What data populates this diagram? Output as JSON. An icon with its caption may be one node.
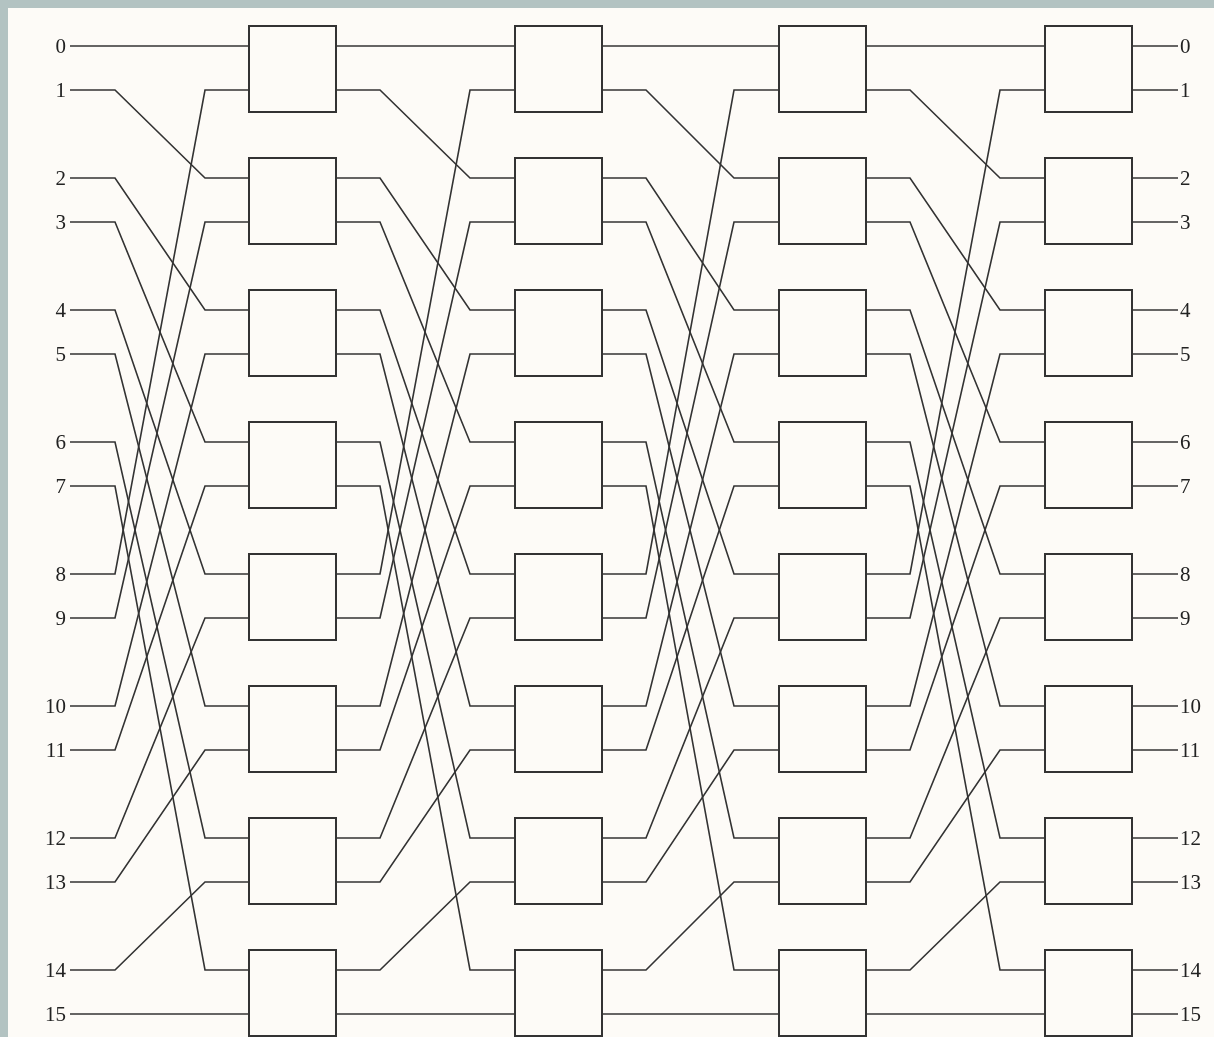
{
  "diagram": {
    "nodes": [
      {
        "text": [
          "0"
        ]
      },
      {
        "text": [
          "1"
        ]
      },
      {
        "text": [
          "2"
        ]
      },
      {
        "text": [
          "3"
        ]
      },
      {
        "text": [
          "4"
        ]
      },
      {
        "text": [
          "5"
        ]
      },
      {
        "text": [
          "6"
        ]
      },
      {
        "text": [
          "7"
        ]
      },
      {
        "text": [
          "8"
        ]
      },
      {
        "text": [
          "9"
        ]
      },
      {
        "text": [
          "10"
        ]
      },
      {
        "text": [
          "11"
        ]
      },
      {
        "text": [
          "12"
        ]
      },
      {
        "text": [
          "13"
        ]
      },
      {
        "text": [
          "14"
        ]
      },
      {
        "text": [
          "15"
        ]
      },
      {
        "text": [],
        "shape": "box"
      },
      {
        "text": [],
        "shape": "box"
      },
      {
        "text": [],
        "shape": "box"
      },
      {
        "text": [],
        "shape": "box"
      },
      {
        "text": [],
        "shape": "box"
      },
      {
        "text": [],
        "shape": "box"
      },
      {
        "text": [],
        "shape": "box"
      },
      {
        "text": [],
        "shape": "box"
      },
      {
        "text": [],
        "shape": "box"
      },
      {
        "text": [],
        "shape": "box"
      },
      {
        "text": [],
        "shape": "box"
      },
      {
        "text": [],
        "shape": "box"
      },
      {
        "text": [],
        "shape": "box"
      },
      {
        "text": [],
        "shape": "box"
      },
      {
        "text": [],
        "shape": "box"
      },
      {
        "text": [],
        "shape": "box"
      },
      {
        "text": [],
        "shape": "box"
      },
      {
        "text": [],
        "shape": "box"
      },
      {
        "text": [],
        "shape": "box"
      },
      {
        "text": [],
        "shape": "box"
      },
      {
        "text": [],
        "shape": "box"
      },
      {
        "text": [],
        "shape": "box"
      },
      {
        "text": [],
        "shape": "box"
      },
      {
        "text": [],
        "shape": "box"
      },
      {
        "text": [],
        "shape": "box"
      },
      {
        "text": [],
        "shape": "box"
      },
      {
        "text": [],
        "shape": "box"
      },
      {
        "text": [],
        "shape": "box"
      },
      {
        "text": [],
        "shape": "box"
      },
      {
        "text": [],
        "shape": "box"
      },
      {
        "text": [],
        "shape": "box"
      },
      {
        "text": [],
        "shape": "box"
      },
      {
        "text": [
          "0"
        ]
      },
      {
        "text": [
          "1"
        ]
      },
      {
        "text": [
          "2"
        ]
      },
      {
        "text": [
          "3"
        ]
      },
      {
        "text": [
          "4"
        ]
      },
      {
        "text": [
          "5"
        ]
      },
      {
        "text": [
          "6"
        ]
      },
      {
        "text": [
          "7"
        ]
      },
      {
        "text": [
          "8"
        ]
      },
      {
        "text": [
          "9"
        ]
      },
      {
        "text": [
          "10"
        ]
      },
      {
        "text": [
          "11"
        ]
      },
      {
        "text": [
          "12"
        ]
      },
      {
        "text": [
          "13"
        ]
      },
      {
        "text": [
          "14"
        ]
      },
      {
        "text": [
          "15"
        ]
      }
    ],
    "edges": [
      {
        "from": 0,
        "to": 16,
        "arrow": "none"
      },
      {
        "from": 1,
        "to": 17,
        "arrow": "none"
      },
      {
        "from": 2,
        "to": 18,
        "arrow": "none"
      },
      {
        "from": 3,
        "to": 19,
        "arrow": "none"
      },
      {
        "from": 4,
        "to": 20,
        "arrow": "none"
      },
      {
        "from": 5,
        "to": 21,
        "arrow": "none"
      },
      {
        "from": 6,
        "to": 22,
        "arrow": "none"
      },
      {
        "from": 7,
        "to": 23,
        "arrow": "none"
      },
      {
        "from": 8,
        "to": 16,
        "arrow": "none"
      },
      {
        "from": 9,
        "to": 17,
        "arrow": "none"
      },
      {
        "from": 10,
        "to": 18,
        "arrow": "none"
      },
      {
        "from": 11,
        "to": 19,
        "arrow": "none"
      },
      {
        "from": 12,
        "to": 20,
        "arrow": "none"
      },
      {
        "from": 13,
        "to": 21,
        "arrow": "none"
      },
      {
        "from": 14,
        "to": 22,
        "arrow": "none"
      },
      {
        "from": 15,
        "to": 23,
        "arrow": "none"
      },
      {
        "from": 16,
        "to": 24,
        "arrow": "none"
      },
      {
        "from": 16,
        "to": 25,
        "arrow": "none"
      },
      {
        "from": 17,
        "to": 26,
        "arrow": "none"
      },
      {
        "from": 17,
        "to": 27,
        "arrow": "none"
      },
      {
        "from": 18,
        "to": 28,
        "arrow": "none"
      },
      {
        "from": 18,
        "to": 29,
        "arrow": "none"
      },
      {
        "from": 19,
        "to": 30,
        "arrow": "none"
      },
      {
        "from": 19,
        "to": 31,
        "arrow": "none"
      },
      {
        "from": 20,
        "to": 24,
        "arrow": "none"
      },
      {
        "from": 20,
        "to": 25,
        "arrow": "none"
      },
      {
        "from": 21,
        "to": 26,
        "arrow": "none"
      },
      {
        "from": 21,
        "to": 27,
        "arrow": "none"
      },
      {
        "from": 22,
        "to": 28,
        "arrow": "none"
      },
      {
        "from": 22,
        "to": 29,
        "arrow": "none"
      },
      {
        "from": 23,
        "to": 30,
        "arrow": "none"
      },
      {
        "from": 23,
        "to": 31,
        "arrow": "none"
      },
      {
        "from": 24,
        "to": 32,
        "arrow": "none"
      },
      {
        "from": 24,
        "to": 33,
        "arrow": "none"
      },
      {
        "from": 25,
        "to": 34,
        "arrow": "none"
      },
      {
        "from": 25,
        "to": 35,
        "arrow": "none"
      },
      {
        "from": 26,
        "to": 36,
        "arrow": "none"
      },
      {
        "from": 26,
        "to": 37,
        "arrow": "none"
      },
      {
        "from": 27,
        "to": 38,
        "arrow": "none"
      },
      {
        "from": 27,
        "to": 39,
        "arrow": "none"
      },
      {
        "from": 28,
        "to": 32,
        "arrow": "none"
      },
      {
        "from": 28,
        "to": 33,
        "arrow": "none"
      },
      {
        "from": 29,
        "to": 34,
        "arrow": "none"
      },
      {
        "from": 29,
        "to": 35,
        "arrow": "none"
      },
      {
        "from": 30,
        "to": 36,
        "arrow": "none"
      },
      {
        "from": 30,
        "to": 37,
        "arrow": "none"
      },
      {
        "from": 31,
        "to": 38,
        "arrow": "none"
      },
      {
        "from": 31,
        "to": 39,
        "arrow": "none"
      },
      {
        "from": 32,
        "to": 40,
        "arrow": "none"
      },
      {
        "from": 32,
        "to": 41,
        "arrow": "none"
      },
      {
        "from": 33,
        "to": 42,
        "arrow": "none"
      },
      {
        "from": 33,
        "to": 43,
        "arrow": "none"
      },
      {
        "from": 34,
        "to": 44,
        "arrow": "none"
      },
      {
        "from": 34,
        "to": 45,
        "arrow": "none"
      },
      {
        "from": 35,
        "to": 46,
        "arrow": "none"
      },
      {
        "from": 35,
        "to": 47,
        "arrow": "none"
      },
      {
        "from": 36,
        "to": 40,
        "arrow": "none"
      },
      {
        "from": 36,
        "to": 41,
        "arrow": "none"
      },
      {
        "from": 37,
        "to": 42,
        "arrow": "none"
      },
      {
        "from": 37,
        "to": 43,
        "arrow": "none"
      },
      {
        "from": 38,
        "to": 44,
        "arrow": "none"
      },
      {
        "from": 38,
        "to": 45,
        "arrow": "none"
      },
      {
        "from": 39,
        "to": 46,
        "arrow": "none"
      },
      {
        "from": 39,
        "to": 47,
        "arrow": "none"
      },
      {
        "from": 40,
        "to": 48,
        "arrow": "none"
      },
      {
        "from": 40,
        "to": 49,
        "arrow": "none"
      },
      {
        "from": 41,
        "to": 50,
        "arrow": "none"
      },
      {
        "from": 41,
        "to": 51,
        "arrow": "none"
      },
      {
        "from": 42,
        "to": 52,
        "arrow": "none"
      },
      {
        "from": 42,
        "to": 53,
        "arrow": "none"
      },
      {
        "from": 43,
        "to": 54,
        "arrow": "none"
      },
      {
        "from": 43,
        "to": 55,
        "arrow": "none"
      },
      {
        "from": 44,
        "to": 56,
        "arrow": "none"
      },
      {
        "from": 44,
        "to": 57,
        "arrow": "none"
      },
      {
        "from": 45,
        "to": 58,
        "arrow": "none"
      },
      {
        "from": 45,
        "to": 59,
        "arrow": "none"
      },
      {
        "from": 46,
        "to": 60,
        "arrow": "none"
      },
      {
        "from": 46,
        "to": 61,
        "arrow": "none"
      },
      {
        "from": 47,
        "to": 62,
        "arrow": "none"
      },
      {
        "from": 47,
        "to": 63,
        "arrow": "none"
      }
    ]
  }
}
